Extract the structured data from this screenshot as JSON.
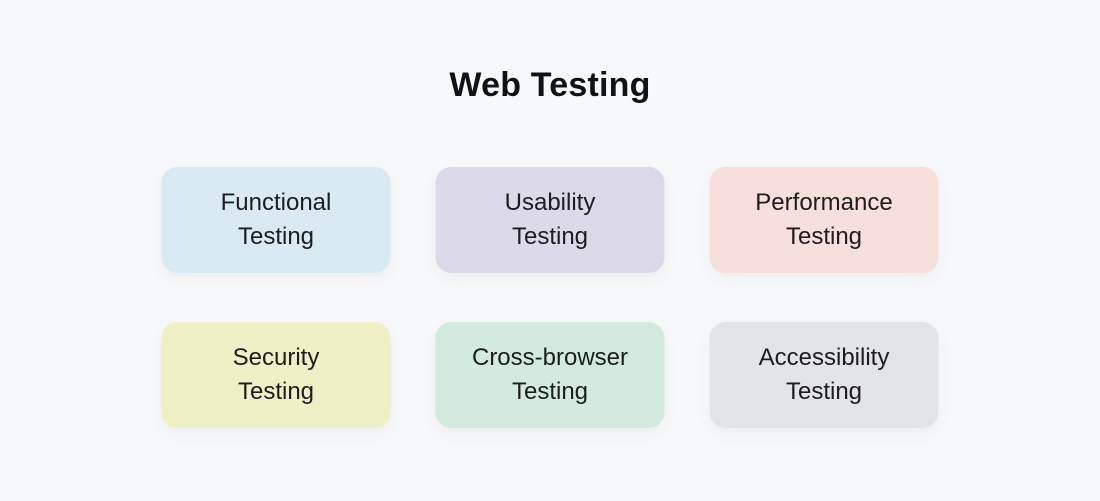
{
  "page": {
    "background": "#f7f8f9",
    "title": "Web Testing",
    "title_color": "#111214",
    "text_color": "#1d1d1f"
  },
  "cards": [
    {
      "label": "Functional Testing",
      "line1": "Functional",
      "line2": "Testing",
      "bg": "#d9eaf2"
    },
    {
      "label": "Usability Testing",
      "line1": "Usability",
      "line2": "Testing",
      "bg": "#dcdae9"
    },
    {
      "label": "Performance Testing",
      "line1": "Performance",
      "line2": "Testing",
      "bg": "#f7dfdc"
    },
    {
      "label": "Security Testing",
      "line1": "Security",
      "line2": "Testing",
      "bg": "#f0f0c6"
    },
    {
      "label": "Cross-browser Testing",
      "line1": "Cross-browser",
      "line2": "Testing",
      "bg": "#d3ebde"
    },
    {
      "label": "Accessibility Testing",
      "line1": "Accessibility",
      "line2": "Testing",
      "bg": "#e3e4e8"
    }
  ]
}
